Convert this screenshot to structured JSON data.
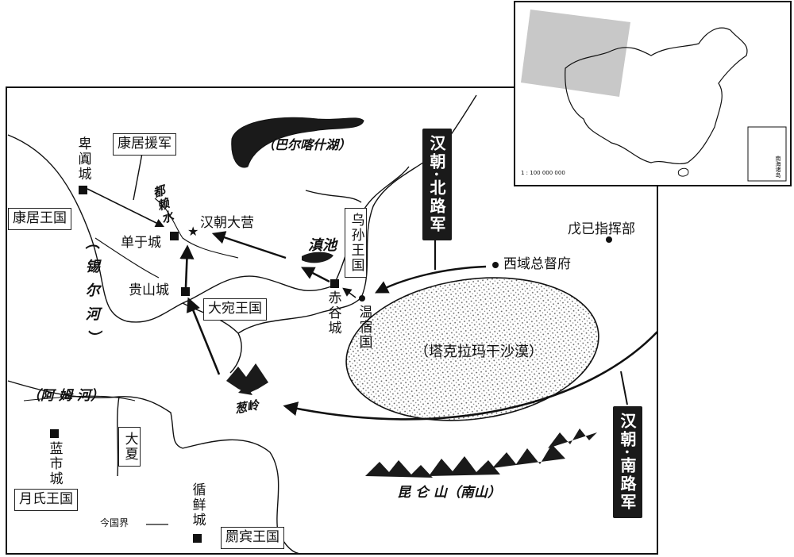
{
  "colors": {
    "ink": "#111111",
    "inset_shade": "#c8c8c8",
    "desert_dots": "#555555",
    "badge_bg": "#1a1a1a"
  },
  "labels": {
    "kangju_reinforcement": "康居援军",
    "balkhash": "（巴尔喀什湖）",
    "beiti_city": "卑阗城",
    "kangju_kingdom": "康居王国",
    "chanyu_city": "单于城",
    "dulai_river": "都赖水",
    "han_camp": "汉朝大营",
    "syr_river": "（锡尔河）",
    "guishan_city": "贵山城",
    "dayuan_kingdom": "大宛王国",
    "wusun_kingdom": "乌孙王国",
    "dianchi": "滇池",
    "chigu_city": "赤谷城",
    "wensu_kingdom": "温宿国",
    "wuji_command": "戊已指挥部",
    "western_regions_hq": "西域总督府",
    "taklamakan": "（塔克拉玛干沙漠）",
    "amu_river": "（阿 姆 河）",
    "congling": "葱岭",
    "lanshi_city": "蓝市城",
    "daxia": "大夏",
    "yuezhi_kingdom": "月氏王国",
    "xunxian_city": "循鲜城",
    "jibin_kingdom": "罽宾王国",
    "kunlun": "昆 仑 山（南山）",
    "legend_border": "今国界"
  },
  "badges": {
    "north": "汉朝·北路军",
    "south": "汉朝·南路军"
  },
  "inset": {
    "scale": "1 : 100 000 000",
    "island_label": "南海诸岛"
  },
  "icons": [
    "city-square-icon",
    "camp-star-icon",
    "town-dot-icon",
    "mountain-icon",
    "lake-icon",
    "desert-icon"
  ]
}
